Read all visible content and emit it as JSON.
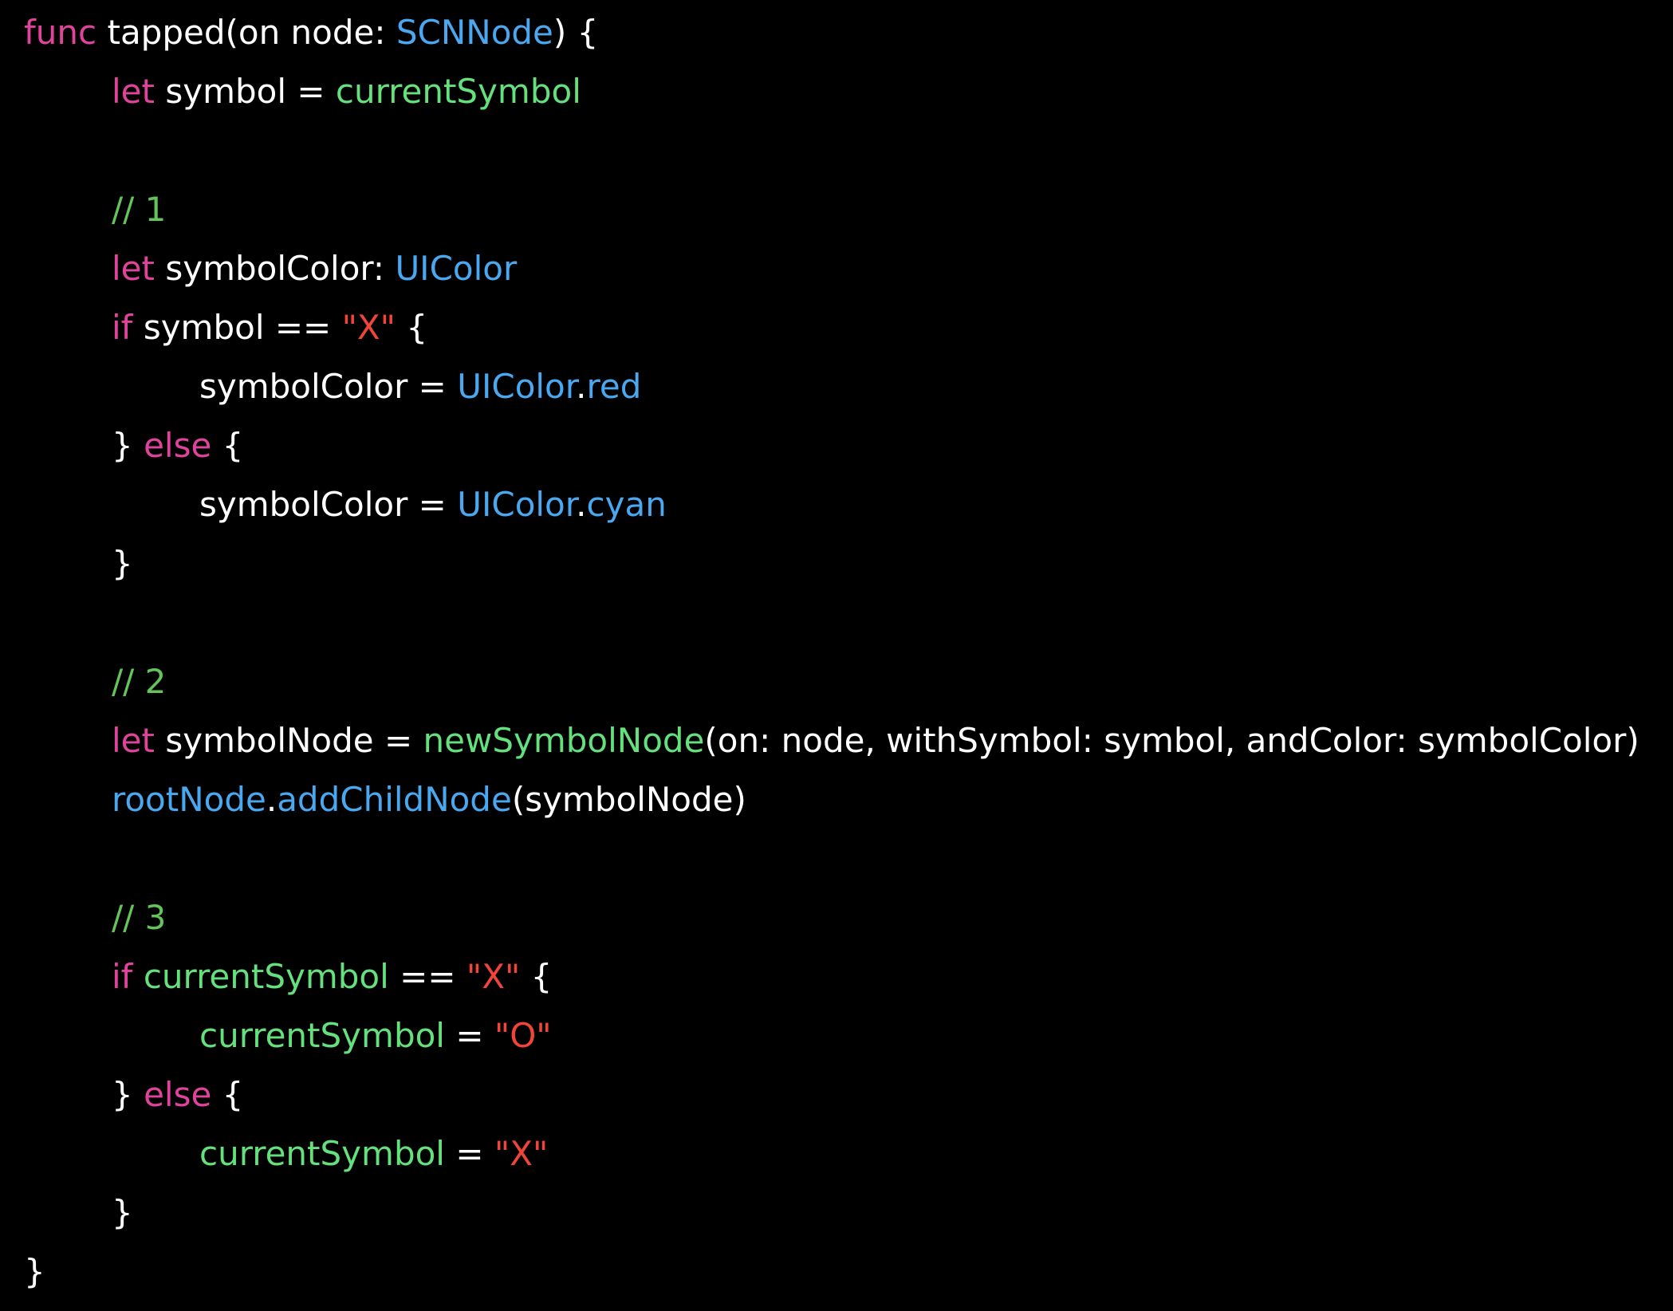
{
  "editor": {
    "language": "swift",
    "theme": {
      "background": "#000000",
      "plain": "#ffffff",
      "keyword": "#e0439b",
      "type": "#4aa8f0",
      "identifier": "#64e07c",
      "string": "#f2453a",
      "comment": "#64c35a"
    },
    "lines": [
      {
        "indent": 0,
        "tokens": [
          {
            "text": "func",
            "kind": "keyword"
          },
          {
            "text": " tapped(on node: ",
            "kind": "plain"
          },
          {
            "text": "SCNNode",
            "kind": "type"
          },
          {
            "text": ") {",
            "kind": "plain"
          }
        ]
      },
      {
        "indent": 1,
        "tokens": [
          {
            "text": "let",
            "kind": "keyword"
          },
          {
            "text": " symbol = ",
            "kind": "plain"
          },
          {
            "text": "currentSymbol",
            "kind": "identifier"
          }
        ]
      },
      {
        "indent": 0,
        "tokens": []
      },
      {
        "indent": 1,
        "tokens": [
          {
            "text": "// 1",
            "kind": "comment"
          }
        ]
      },
      {
        "indent": 1,
        "tokens": [
          {
            "text": "let",
            "kind": "keyword"
          },
          {
            "text": " symbolColor: ",
            "kind": "plain"
          },
          {
            "text": "UIColor",
            "kind": "type"
          }
        ]
      },
      {
        "indent": 1,
        "tokens": [
          {
            "text": "if",
            "kind": "keyword"
          },
          {
            "text": " symbol == ",
            "kind": "plain"
          },
          {
            "text": "\"X\"",
            "kind": "string"
          },
          {
            "text": " {",
            "kind": "plain"
          }
        ]
      },
      {
        "indent": 2,
        "tokens": [
          {
            "text": "symbolColor = ",
            "kind": "plain"
          },
          {
            "text": "UIColor",
            "kind": "type"
          },
          {
            "text": ".",
            "kind": "plain"
          },
          {
            "text": "red",
            "kind": "type"
          }
        ]
      },
      {
        "indent": 1,
        "tokens": [
          {
            "text": "} ",
            "kind": "plain"
          },
          {
            "text": "else",
            "kind": "keyword"
          },
          {
            "text": " {",
            "kind": "plain"
          }
        ]
      },
      {
        "indent": 2,
        "tokens": [
          {
            "text": "symbolColor = ",
            "kind": "plain"
          },
          {
            "text": "UIColor",
            "kind": "type"
          },
          {
            "text": ".",
            "kind": "plain"
          },
          {
            "text": "cyan",
            "kind": "type"
          }
        ]
      },
      {
        "indent": 1,
        "tokens": [
          {
            "text": "}",
            "kind": "plain"
          }
        ]
      },
      {
        "indent": 0,
        "tokens": []
      },
      {
        "indent": 1,
        "tokens": [
          {
            "text": "// 2",
            "kind": "comment"
          }
        ]
      },
      {
        "indent": 1,
        "tokens": [
          {
            "text": "let",
            "kind": "keyword"
          },
          {
            "text": " symbolNode = ",
            "kind": "plain"
          },
          {
            "text": "newSymbolNode",
            "kind": "identifier"
          },
          {
            "text": "(on: node, withSymbol: symbol, andColor: symbolColor)",
            "kind": "plain"
          }
        ]
      },
      {
        "indent": 1,
        "tokens": [
          {
            "text": "rootNode",
            "kind": "type"
          },
          {
            "text": ".",
            "kind": "plain"
          },
          {
            "text": "addChildNode",
            "kind": "type"
          },
          {
            "text": "(symbolNode)",
            "kind": "plain"
          }
        ]
      },
      {
        "indent": 0,
        "tokens": []
      },
      {
        "indent": 1,
        "tokens": [
          {
            "text": "// 3",
            "kind": "comment"
          }
        ]
      },
      {
        "indent": 1,
        "tokens": [
          {
            "text": "if",
            "kind": "keyword"
          },
          {
            "text": " ",
            "kind": "plain"
          },
          {
            "text": "currentSymbol",
            "kind": "identifier"
          },
          {
            "text": " == ",
            "kind": "plain"
          },
          {
            "text": "\"X\"",
            "kind": "string"
          },
          {
            "text": " {",
            "kind": "plain"
          }
        ]
      },
      {
        "indent": 2,
        "tokens": [
          {
            "text": "currentSymbol",
            "kind": "identifier"
          },
          {
            "text": " = ",
            "kind": "plain"
          },
          {
            "text": "\"O\"",
            "kind": "string"
          }
        ]
      },
      {
        "indent": 1,
        "tokens": [
          {
            "text": "} ",
            "kind": "plain"
          },
          {
            "text": "else",
            "kind": "keyword"
          },
          {
            "text": " {",
            "kind": "plain"
          }
        ]
      },
      {
        "indent": 2,
        "tokens": [
          {
            "text": "currentSymbol",
            "kind": "identifier"
          },
          {
            "text": " = ",
            "kind": "plain"
          },
          {
            "text": "\"X\"",
            "kind": "string"
          }
        ]
      },
      {
        "indent": 1,
        "tokens": [
          {
            "text": "}",
            "kind": "plain"
          }
        ]
      },
      {
        "indent": 0,
        "tokens": [
          {
            "text": "}",
            "kind": "plain"
          }
        ]
      }
    ]
  }
}
